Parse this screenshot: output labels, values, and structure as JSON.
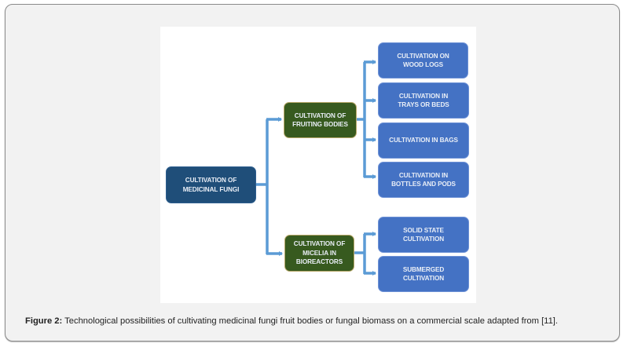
{
  "diagram": {
    "root": {
      "label": "CULTIVATION OF\nMEDICINAL FUNGI"
    },
    "branches": [
      {
        "label": "CULTIVATION OF\nFRUITING BODIES",
        "children": [
          {
            "label": "CULTIVATION ON\nWOOD LOGS"
          },
          {
            "label": "CULTIVATION IN\nTRAYS OR BEDS"
          },
          {
            "label": "CULTIVATION  IN BAGS"
          },
          {
            "label": "CULTIVATION  IN\nBOTTLES AND PODS"
          }
        ]
      },
      {
        "label": "CULTIVATION OF\nMICELIA IN\nBIOREACTORS",
        "children": [
          {
            "label": "SOLID STATE\nCULTIVATION"
          },
          {
            "label": "SUBMERGED\nCULTIVATION"
          }
        ]
      }
    ],
    "colors": {
      "root": "#1f4e79",
      "branch": "#375a1f",
      "leaf": "#4472c4",
      "connector": "#5b9bd5"
    }
  },
  "caption": {
    "label": "Figure 2:",
    "text": " Technological possibilities of cultivating medicinal fungi fruit bodies or fungal biomass on a commercial scale adapted from [11]."
  }
}
